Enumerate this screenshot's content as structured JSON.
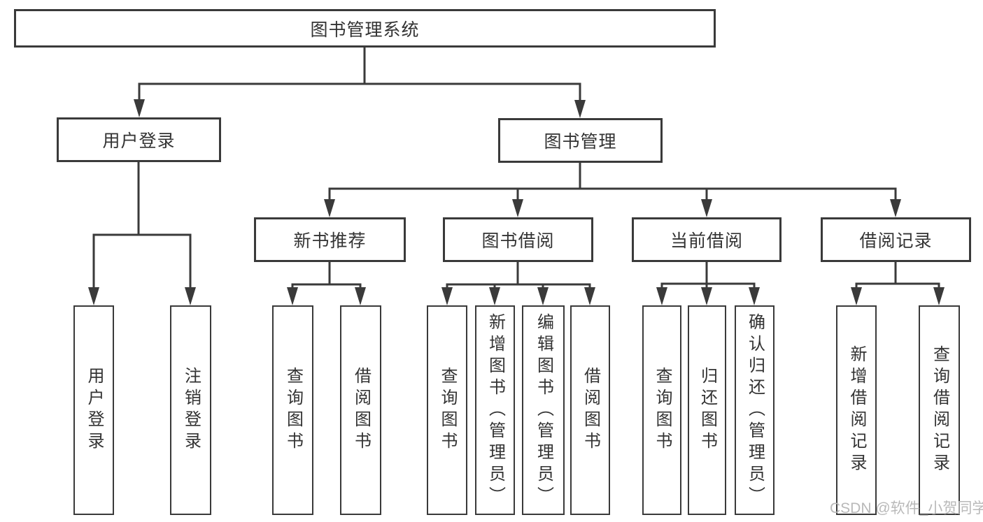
{
  "colors": {
    "line": "#3a3a3a",
    "text": "#333333",
    "watermark": "#b9b9b9",
    "background": "#ffffff"
  },
  "watermark": "CSDN @软件_小贺同学",
  "tree": {
    "root": {
      "label": "图书管理系统"
    },
    "level2": [
      {
        "label": "用户登录",
        "leaves": [
          "用户登录",
          "注销登录"
        ]
      },
      {
        "label": "图书管理"
      }
    ],
    "level3": [
      {
        "label": "新书推荐",
        "leaves": [
          "查询图书",
          "借阅图书"
        ]
      },
      {
        "label": "图书借阅",
        "leaves": [
          "查询图书",
          "新增图书（管理员）",
          "编辑图书（管理员）",
          "借阅图书"
        ]
      },
      {
        "label": "当前借阅",
        "leaves": [
          "查询图书",
          "归还图书",
          "确认归还（管理员）"
        ]
      },
      {
        "label": "借阅记录",
        "leaves": [
          "新增借阅记录",
          "查询借阅记录"
        ]
      }
    ]
  }
}
